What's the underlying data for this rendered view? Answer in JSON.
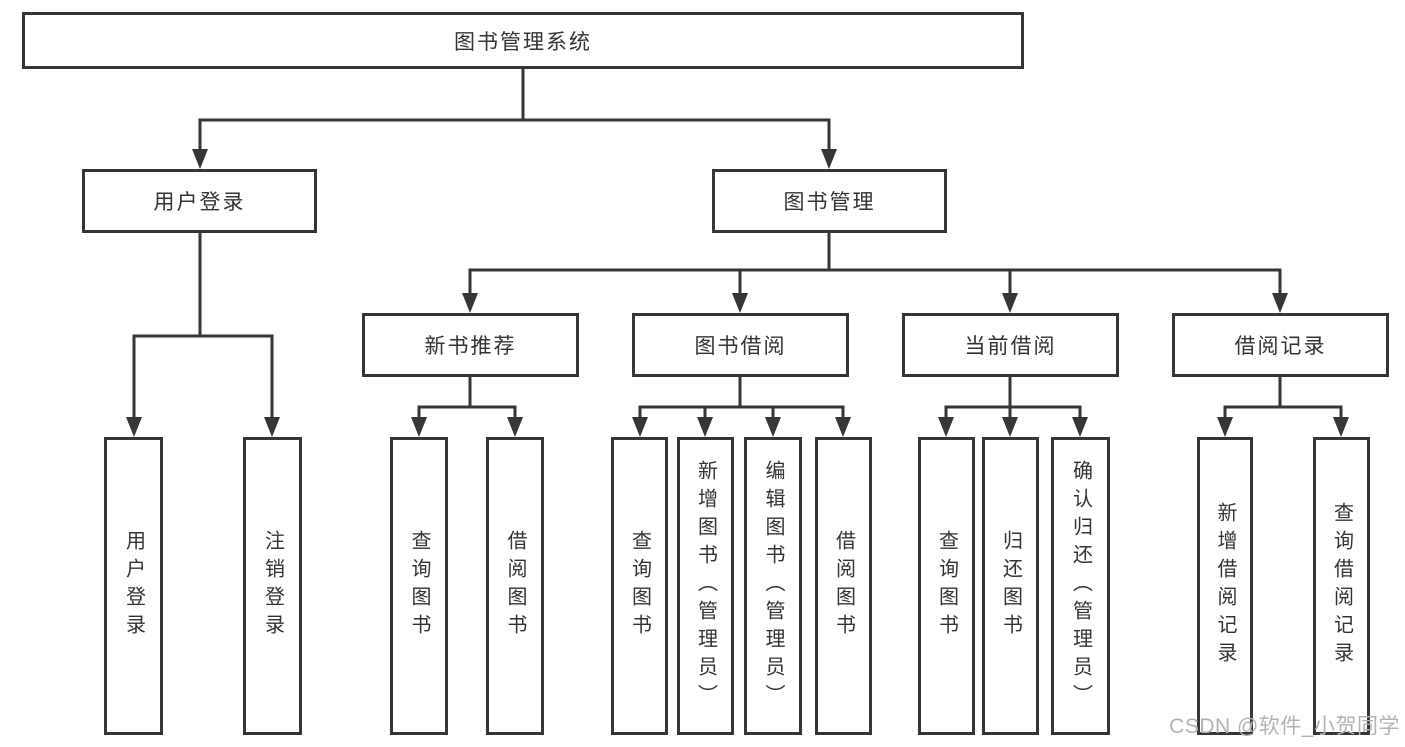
{
  "diagram": {
    "root": {
      "label": "图书管理系统"
    },
    "branches": [
      {
        "label": "用户登录",
        "leaves": [
          {
            "label": "用户登录"
          },
          {
            "label": "注销登录"
          }
        ]
      },
      {
        "label": "图书管理",
        "sections": [
          {
            "label": "新书推荐",
            "leaves": [
              {
                "label": "查询图书"
              },
              {
                "label": "借阅图书"
              }
            ]
          },
          {
            "label": "图书借阅",
            "leaves": [
              {
                "label": "查询图书"
              },
              {
                "label": "新增图书（管理员）"
              },
              {
                "label": "编辑图书（管理员）"
              },
              {
                "label": "借阅图书"
              }
            ]
          },
          {
            "label": "当前借阅",
            "leaves": [
              {
                "label": "查询图书"
              },
              {
                "label": "归还图书"
              },
              {
                "label": "确认归还（管理员）"
              }
            ]
          },
          {
            "label": "借阅记录",
            "leaves": [
              {
                "label": "新增借阅记录"
              },
              {
                "label": "查询借阅记录"
              }
            ]
          }
        ]
      }
    ]
  },
  "watermark": {
    "text": "CSDN @软件_小贺同学"
  },
  "colors": {
    "line": "#363636",
    "text": "#333333",
    "watermark": "#b3b3b3",
    "background": "#ffffff"
  }
}
